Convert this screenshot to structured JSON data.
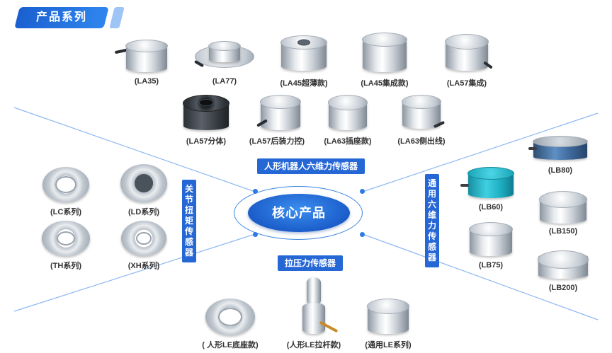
{
  "header": {
    "title": "产品系列"
  },
  "center": {
    "title": "核心产品"
  },
  "categories": {
    "humanoid_six_axis": "人形机器人六维力传感器",
    "joint_torque": "关节扭矩传感器",
    "general_six_axis": "通用六维力传感器",
    "tension_compression": "拉压力传感器"
  },
  "products": {
    "la35": "(LA35)",
    "la77": "(LA77)",
    "la45_thin": "(LA45超薄款)",
    "la45_integrated": "(LA45集成款)",
    "la57_integrated": "(LA57集成)",
    "la57_split": "(LA57分体)",
    "la57_rear_control": "(LA57后装力控)",
    "la63_socket": "(LA63插座款)",
    "la63_side": "(LA63侧出线)",
    "lc": "(LC系列)",
    "ld": "(LD系列)",
    "th": "(TH系列)",
    "xh": "(XH系列)",
    "lb80": "(LB80)",
    "lb60": "(LB60)",
    "lb150": "(LB150)",
    "lb75": "(LB75)",
    "lb200": "(LB200)",
    "le_base": "( 人形LE底座款)",
    "le_rod": "(人形LE拉杆款)",
    "le_general": "(通用LE系列)"
  },
  "colors": {
    "accent": "#2667d6",
    "node": "#2f7ae6",
    "line": "#6fa7ee",
    "teal_body": "#29b6c9"
  }
}
